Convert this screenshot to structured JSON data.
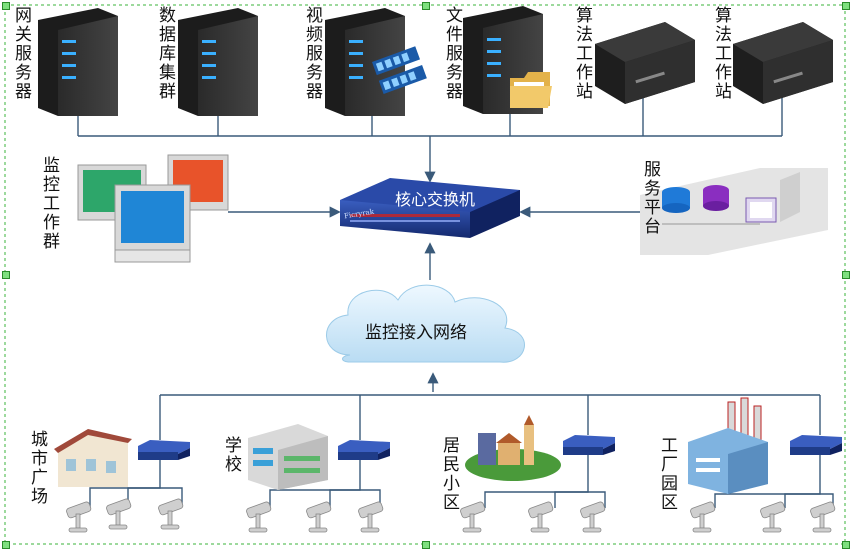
{
  "servers": [
    {
      "label": "网关服务器"
    },
    {
      "label": "数据库集群"
    },
    {
      "label": "视频服务器"
    },
    {
      "label": "文件服务器"
    },
    {
      "label": "算法工作站"
    },
    {
      "label": "算法工作站"
    }
  ],
  "monitor_group": {
    "label": "监控工作群"
  },
  "core_switch": {
    "label": "核心交换机",
    "brand": "Ficryrak"
  },
  "service_platform": {
    "label": "服务平台"
  },
  "access_network": {
    "label": "监控接入网络"
  },
  "sites": [
    {
      "label": "城市广场"
    },
    {
      "label": "学校"
    },
    {
      "label": "居民小区"
    },
    {
      "label": "工厂园区"
    }
  ],
  "colors": {
    "line": "#3a5a7a",
    "switch": "#1f3c88",
    "cloud": "#d6ebf9",
    "handle": "#7ee07e"
  }
}
